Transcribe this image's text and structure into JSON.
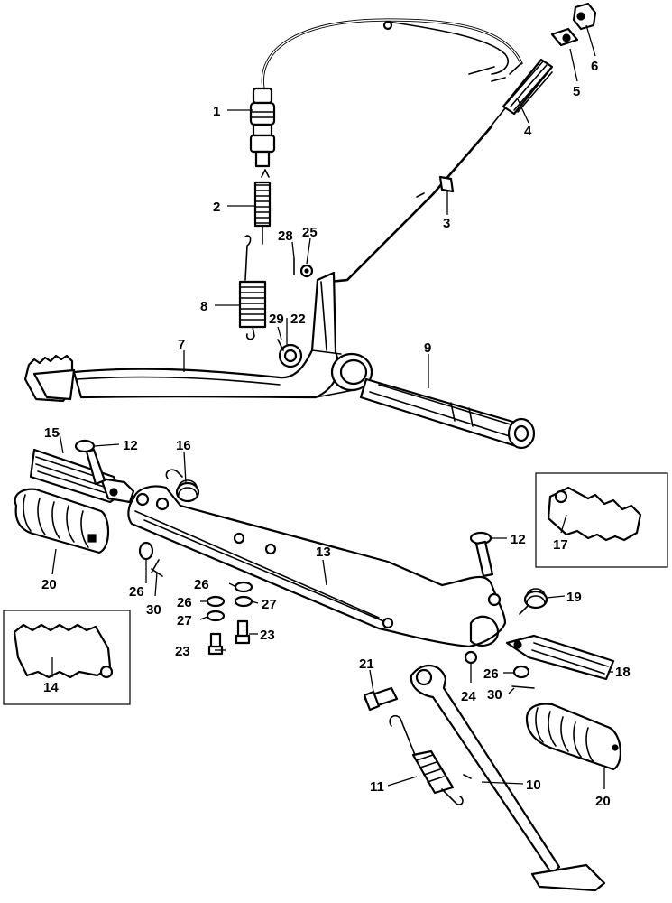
{
  "diagram": {
    "callouts": {
      "c1": "1",
      "c2": "2",
      "c3": "3",
      "c4": "4",
      "c5": "5",
      "c6": "6",
      "c7": "7",
      "c8": "8",
      "c9": "9",
      "c10": "10",
      "c11": "11",
      "c12a": "12",
      "c12b": "12",
      "c13": "13",
      "c14": "14",
      "c15": "15",
      "c16": "16",
      "c17": "17",
      "c18": "18",
      "c19": "19",
      "c20a": "20",
      "c20b": "20",
      "c21": "21",
      "c22": "22",
      "c23a": "23",
      "c23b": "23",
      "c24": "24",
      "c25": "25",
      "c26a": "26",
      "c26b": "26",
      "c26c": "26",
      "c26d": "26",
      "c27a": "27",
      "c27b": "27",
      "c28": "28",
      "c29": "29",
      "c30a": "30",
      "c30b": "30"
    }
  }
}
